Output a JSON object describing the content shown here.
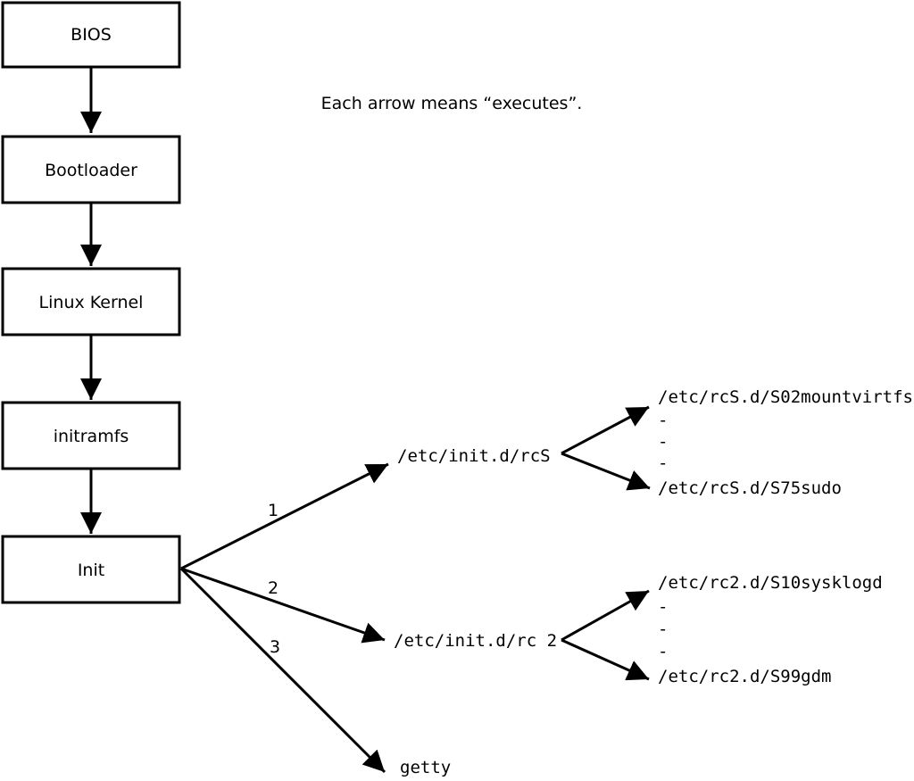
{
  "diagram": {
    "caption": "Each arrow means “executes”.",
    "boot_chain": [
      {
        "label": "BIOS"
      },
      {
        "label": "Bootloader"
      },
      {
        "label": "Linux Kernel"
      },
      {
        "label": "initramfs"
      },
      {
        "label": "Init"
      }
    ],
    "init_targets": [
      {
        "order": "1",
        "label": "/etc/init.d/rcS"
      },
      {
        "order": "2",
        "label": "/etc/init.d/rc 2"
      },
      {
        "order": "3",
        "label": "getty"
      }
    ],
    "rcS_items": [
      "/etc/rcS.d/S02mountvirtfs",
      "-",
      "-",
      "-",
      "/etc/rcS.d/S75sudo"
    ],
    "rc2_items": [
      "/etc/rc2.d/S10sysklogd",
      "-",
      "-",
      "-",
      "/etc/rc2.d/S99gdm"
    ],
    "colors": {
      "line": "#000000",
      "background": "#ffffff",
      "box_fill": "#ffffff"
    }
  }
}
